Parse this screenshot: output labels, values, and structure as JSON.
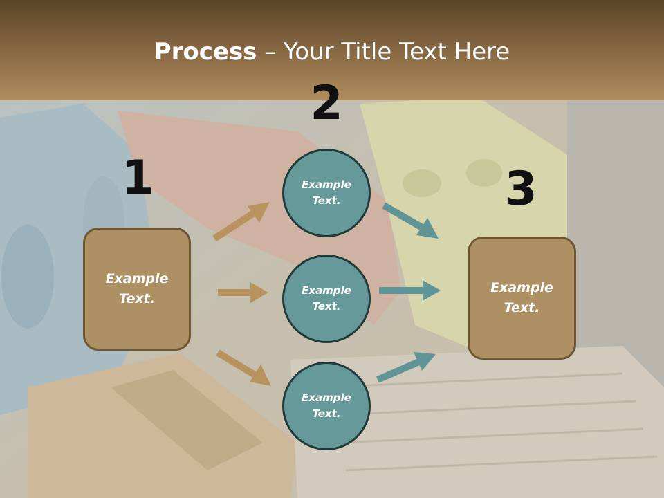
{
  "slide": {
    "title_bold": "Process",
    "title_rest": " – Your Title Text Here",
    "steps": [
      {
        "number": "1",
        "label": "Example\nText."
      },
      {
        "number": "2",
        "label": "Example\nText."
      },
      {
        "number": "3",
        "label": "Example\nText."
      }
    ],
    "circles": [
      {
        "label": "Example\nText."
      },
      {
        "label": "Example\nText."
      },
      {
        "label": "Example\nText."
      }
    ]
  },
  "colors": {
    "header_dark": "#5a4428",
    "header_light": "#b28e5e",
    "box_fill": "#ad9063",
    "box_border": "#6e5632",
    "circle_fill": "#669999",
    "circle_border": "#1f3b3b",
    "arrow_tan": "#b8935e",
    "arrow_teal": "#5f9596"
  },
  "background": {
    "description_icon": "recycling-photo-background"
  }
}
